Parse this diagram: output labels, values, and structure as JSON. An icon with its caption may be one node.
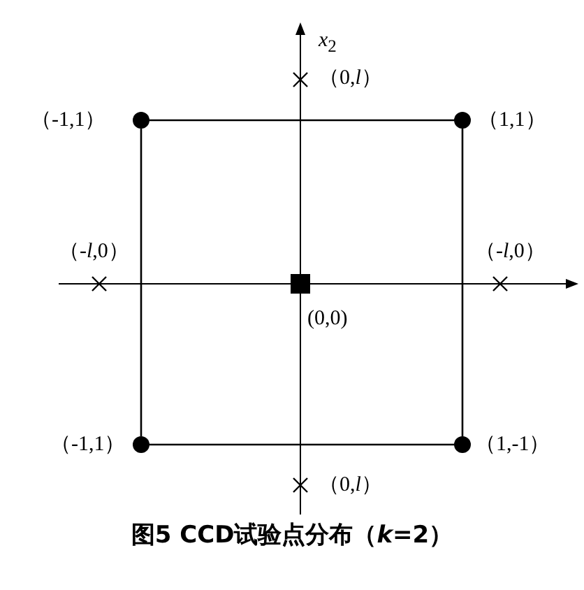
{
  "diagram": {
    "caption": "图5 CCD试验点分布（*k*=2）",
    "nodes": [
      {
        "text": [],
        "shape": "cross",
        "beside": [
          "（0,*l*）"
        ]
      },
      {
        "text": [],
        "shape": "circle",
        "beside": [
          "（-1,1）"
        ]
      },
      {
        "text": [],
        "shape": "circle",
        "beside": [
          "（1,1）"
        ]
      },
      {
        "text": [],
        "shape": "cross",
        "beside": [
          "（-*l*,0）"
        ]
      },
      {
        "text": [],
        "shape": "box",
        "beside": [
          "(0,0)"
        ]
      },
      {
        "text": [],
        "shape": "cross",
        "beside": [
          "（-*l*,0）"
        ]
      },
      {
        "text": [],
        "shape": "circle",
        "beside": [
          "（-1,1）"
        ]
      },
      {
        "text": [],
        "shape": "circle",
        "beside": [
          "（1,-1）"
        ]
      },
      {
        "text": [],
        "shape": "cross",
        "beside": [
          "（0,*l*）"
        ]
      }
    ],
    "edges": [
      {
        "from": 1,
        "to": 2,
        "arrow": "none"
      },
      {
        "from": 2,
        "to": 7,
        "arrow": "none"
      },
      {
        "from": 7,
        "to": 6,
        "arrow": "none"
      },
      {
        "from": 6,
        "to": 1,
        "arrow": "none"
      }
    ],
    "labels": [
      "*x*$_{2}$"
    ]
  }
}
